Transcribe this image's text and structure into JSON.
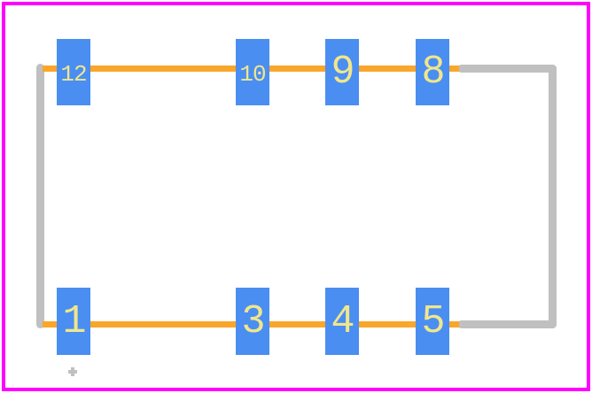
{
  "colors": {
    "canvas-white": "#ffffff",
    "border-magenta": "#ff00ff",
    "pad-blue": "#4a8ef2",
    "trace-orange": "#f9a62b",
    "silkscreen-gray": "#c0c0c0",
    "pad-number-khaki": "#f0e68c"
  },
  "footprint": {
    "pads_top": [
      {
        "label": "12"
      },
      {
        "label": "10"
      },
      {
        "label": "9"
      },
      {
        "label": "8"
      }
    ],
    "pads_bottom": [
      {
        "label": "1"
      },
      {
        "label": "3"
      },
      {
        "label": "4"
      },
      {
        "label": "5"
      }
    ]
  }
}
